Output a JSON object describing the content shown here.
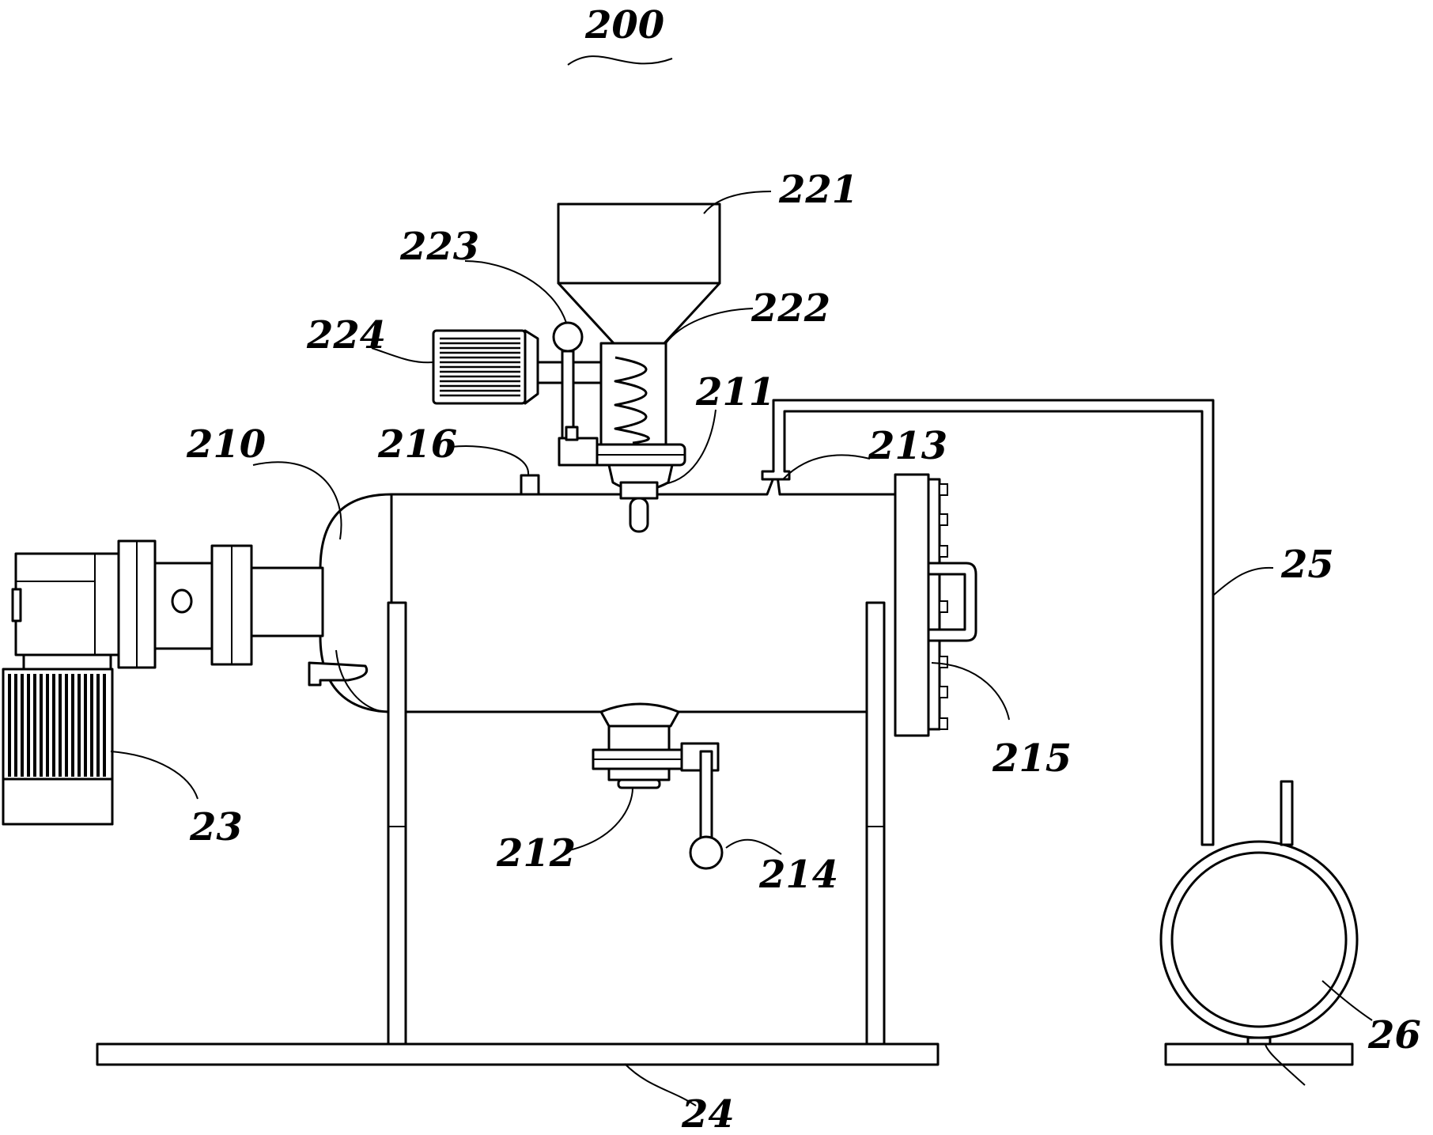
{
  "figure_number": "200",
  "labels": {
    "l210": "210",
    "l211": "211",
    "l212": "212",
    "l213": "213",
    "l214": "214",
    "l215": "215",
    "l216": "216",
    "l221": "221",
    "l222": "222",
    "l223": "223",
    "l224": "224",
    "l23": "23",
    "l24": "24",
    "l25": "25",
    "l26": "26"
  }
}
